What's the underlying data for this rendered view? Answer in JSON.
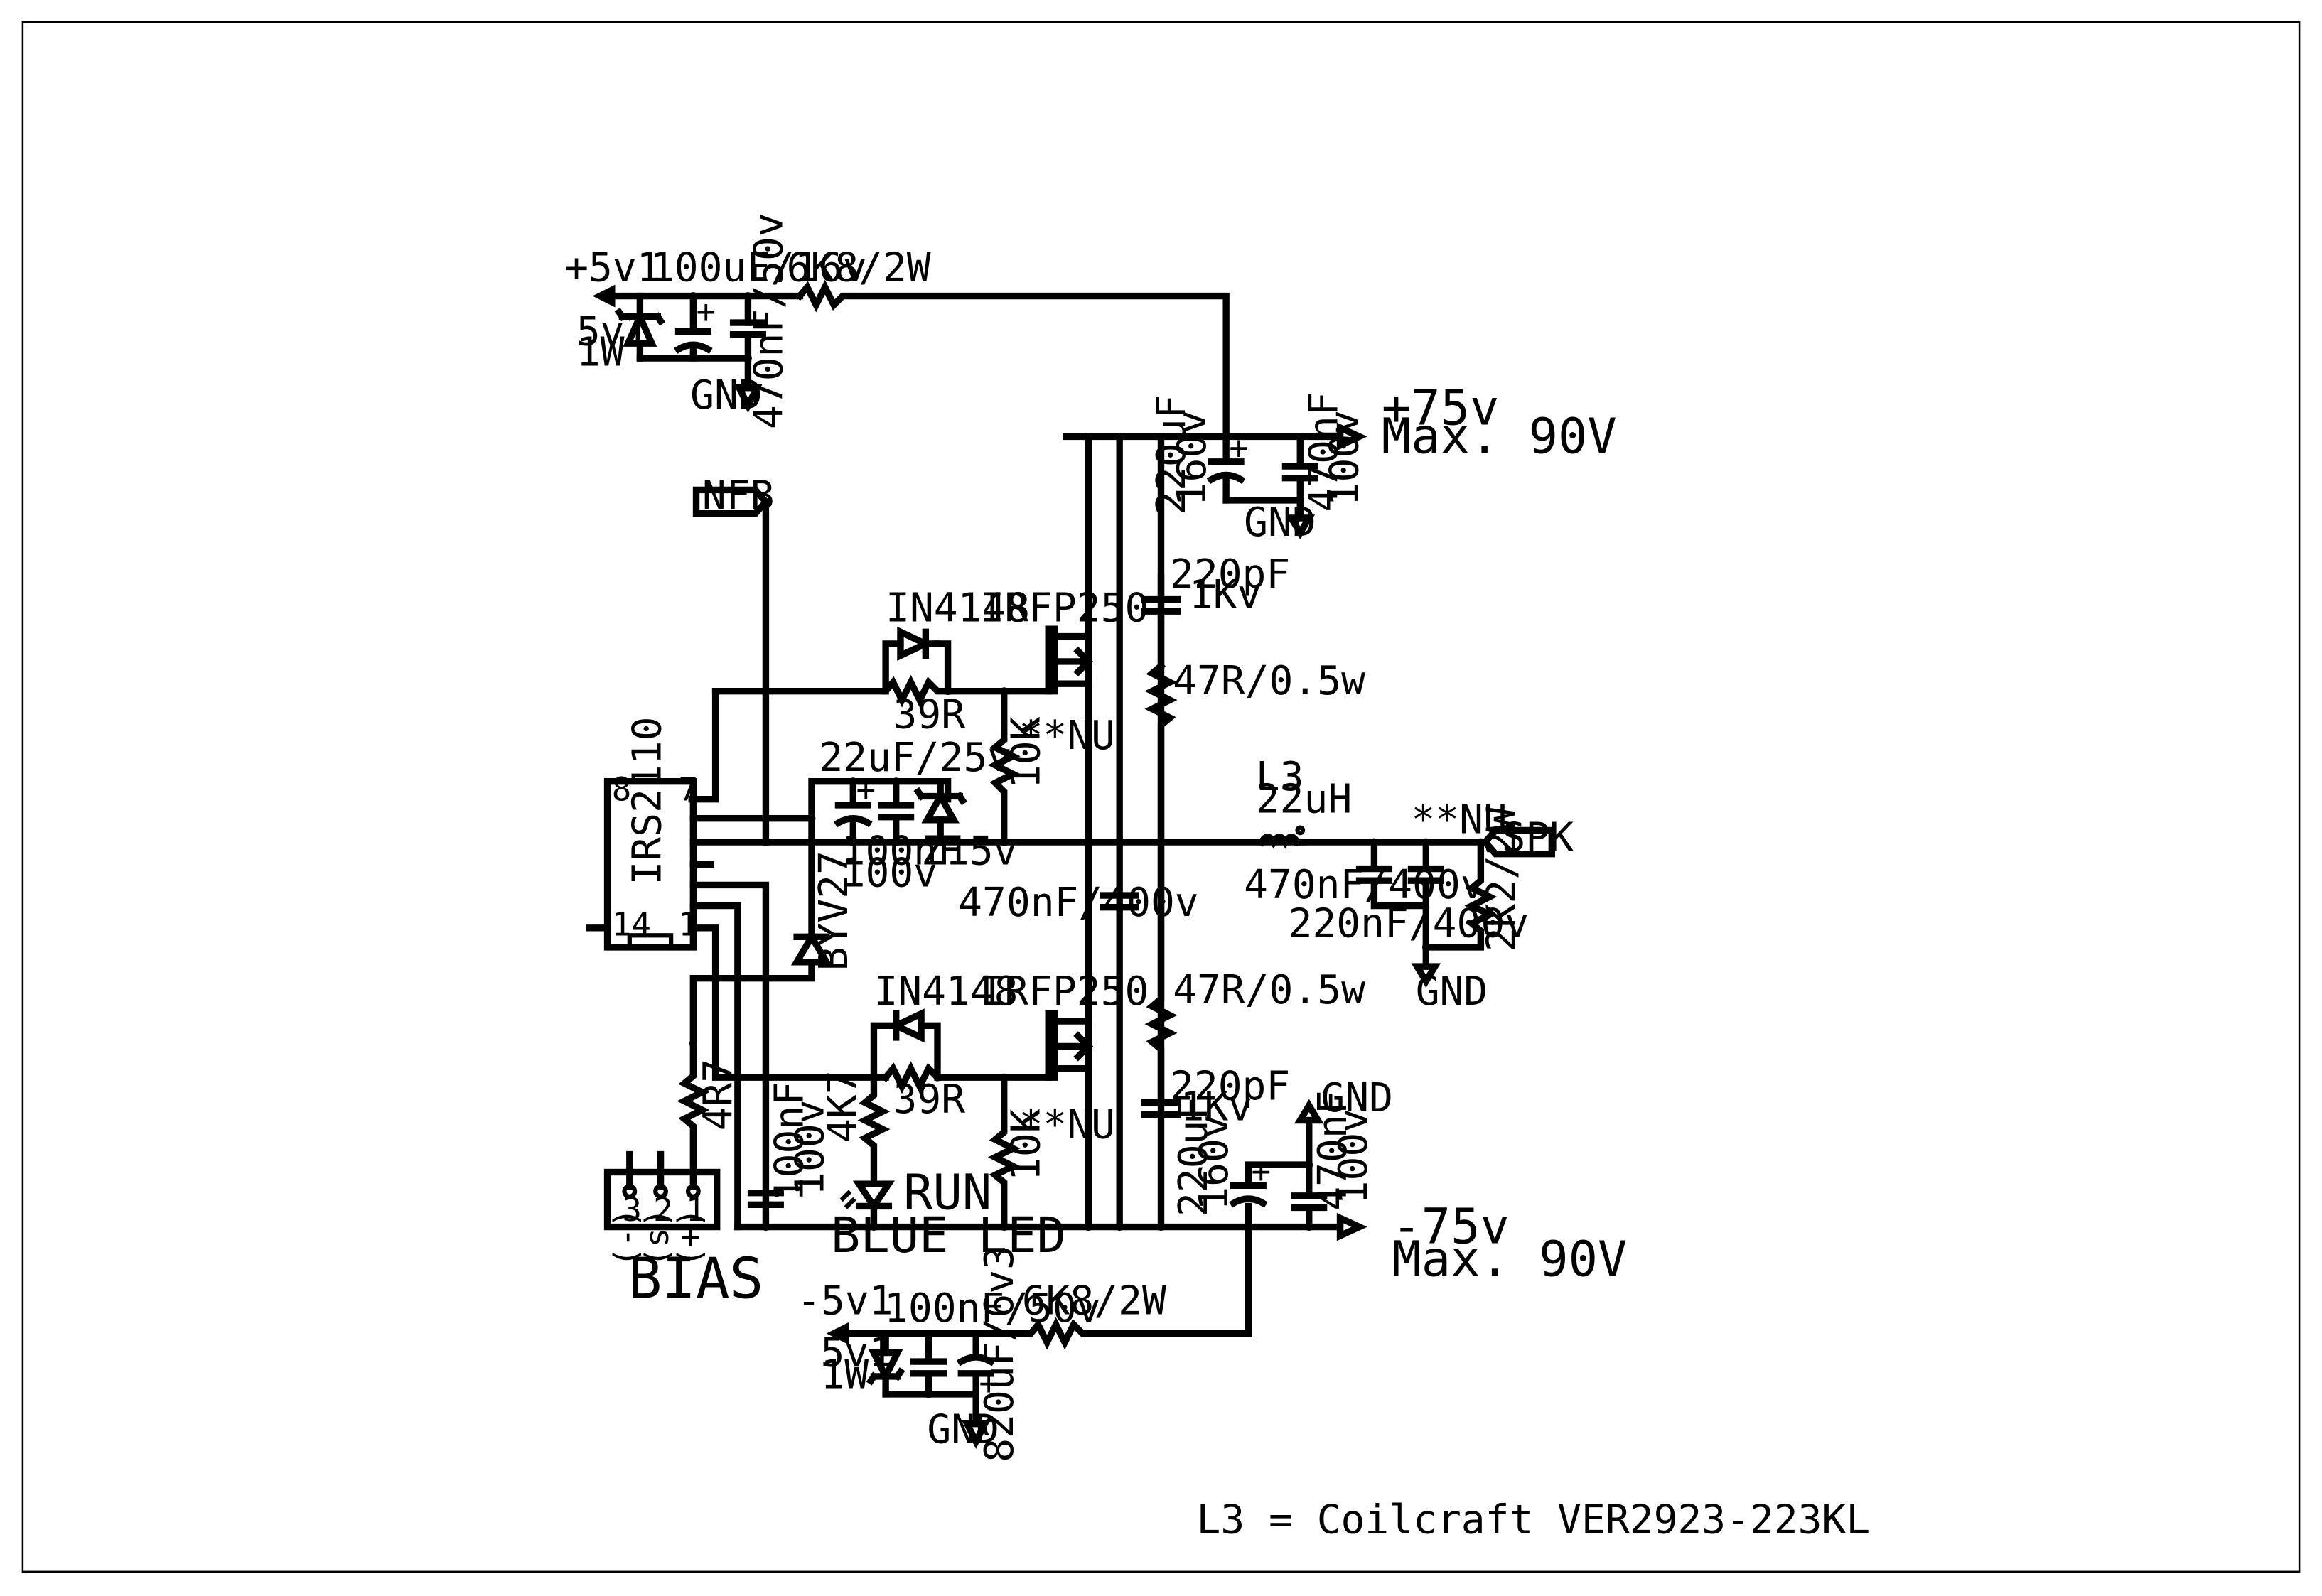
{
  "top_supply": {
    "rail": "+5v1",
    "cap_electrolytic": "100uF/16v",
    "resistor": "6K8/2W",
    "zener_value": "5v1",
    "zener_power": "1W",
    "gnd": "GND",
    "cap_film": "470nF/50v"
  },
  "pos_rail": {
    "label": "+75v",
    "max": "Max. 90V",
    "cap_elec_value": "220uF",
    "cap_elec_voltage": "160v",
    "cap_film_value": "470nF",
    "cap_film_voltage": "100v",
    "gnd": "GND"
  },
  "nfb": "NFB",
  "high_side": {
    "diode": "IN4148",
    "mosfet": "IRFP250",
    "gate_resistor": "39R",
    "pulldown": "10K",
    "pulldown_note": "**NU",
    "snubber_cap": "220pF",
    "snubber_cap_voltage": "1Kv",
    "snubber_res": "47R/0.5w"
  },
  "driver": {
    "ic": "IRS2110",
    "pin8": "8",
    "pin7": "7",
    "pin14": "14",
    "pin1": "1",
    "bootstrap_cap": "22uF/25v",
    "decoup_cap": "100nF",
    "decoup_voltage": "100v",
    "zener": "Z15v",
    "boot_diode": "BYV27",
    "bus_cap": "470nF/400v"
  },
  "output": {
    "inductor": "L3",
    "inductor_value": "22uH",
    "nu": "**NU",
    "spk": "SPK",
    "cap1": "470nF/400v",
    "cap2": "220nF/400v",
    "resistor": "2K2/2W",
    "gnd": "GND"
  },
  "low_side": {
    "diode": "IN4148",
    "mosfet": "IRFP250",
    "gate_resistor": "39R",
    "led_resistor": "4K7",
    "pulldown": "10K",
    "pulldown_note": "**NU",
    "led_label": "RUN",
    "led_name": "BLUE LED",
    "snubber_res": "47R/0.5w",
    "snubber_cap": "220pF",
    "snubber_cap_voltage": "1Kv",
    "bias_cap": "100nF",
    "bias_cap_voltage": "100v"
  },
  "bias": {
    "label": "BIAS",
    "resistor": "4R7",
    "pin3": "3",
    "pin2": "2",
    "pin1": "1",
    "pin3_sign": "(-)",
    "pin2_sign": "(s)",
    "pin1_sign": "(+)"
  },
  "neg_rail": {
    "label": "-75v",
    "max": "Max. 90V",
    "gnd": "GND",
    "cap_elec_value": "220uF",
    "cap_elec_voltage": "160v",
    "cap_film_value": "470nF",
    "cap_film_voltage": "100v"
  },
  "bottom_supply": {
    "rail": "-5v1",
    "cap_film": "100nF/50v",
    "resistor": "6K8/2W",
    "zener_value": "5v1",
    "zener_power": "1W",
    "gnd": "GND",
    "cap_electrolytic": "820uF/6v3"
  },
  "note": "L3 = Coilcraft VER2923-223KL"
}
